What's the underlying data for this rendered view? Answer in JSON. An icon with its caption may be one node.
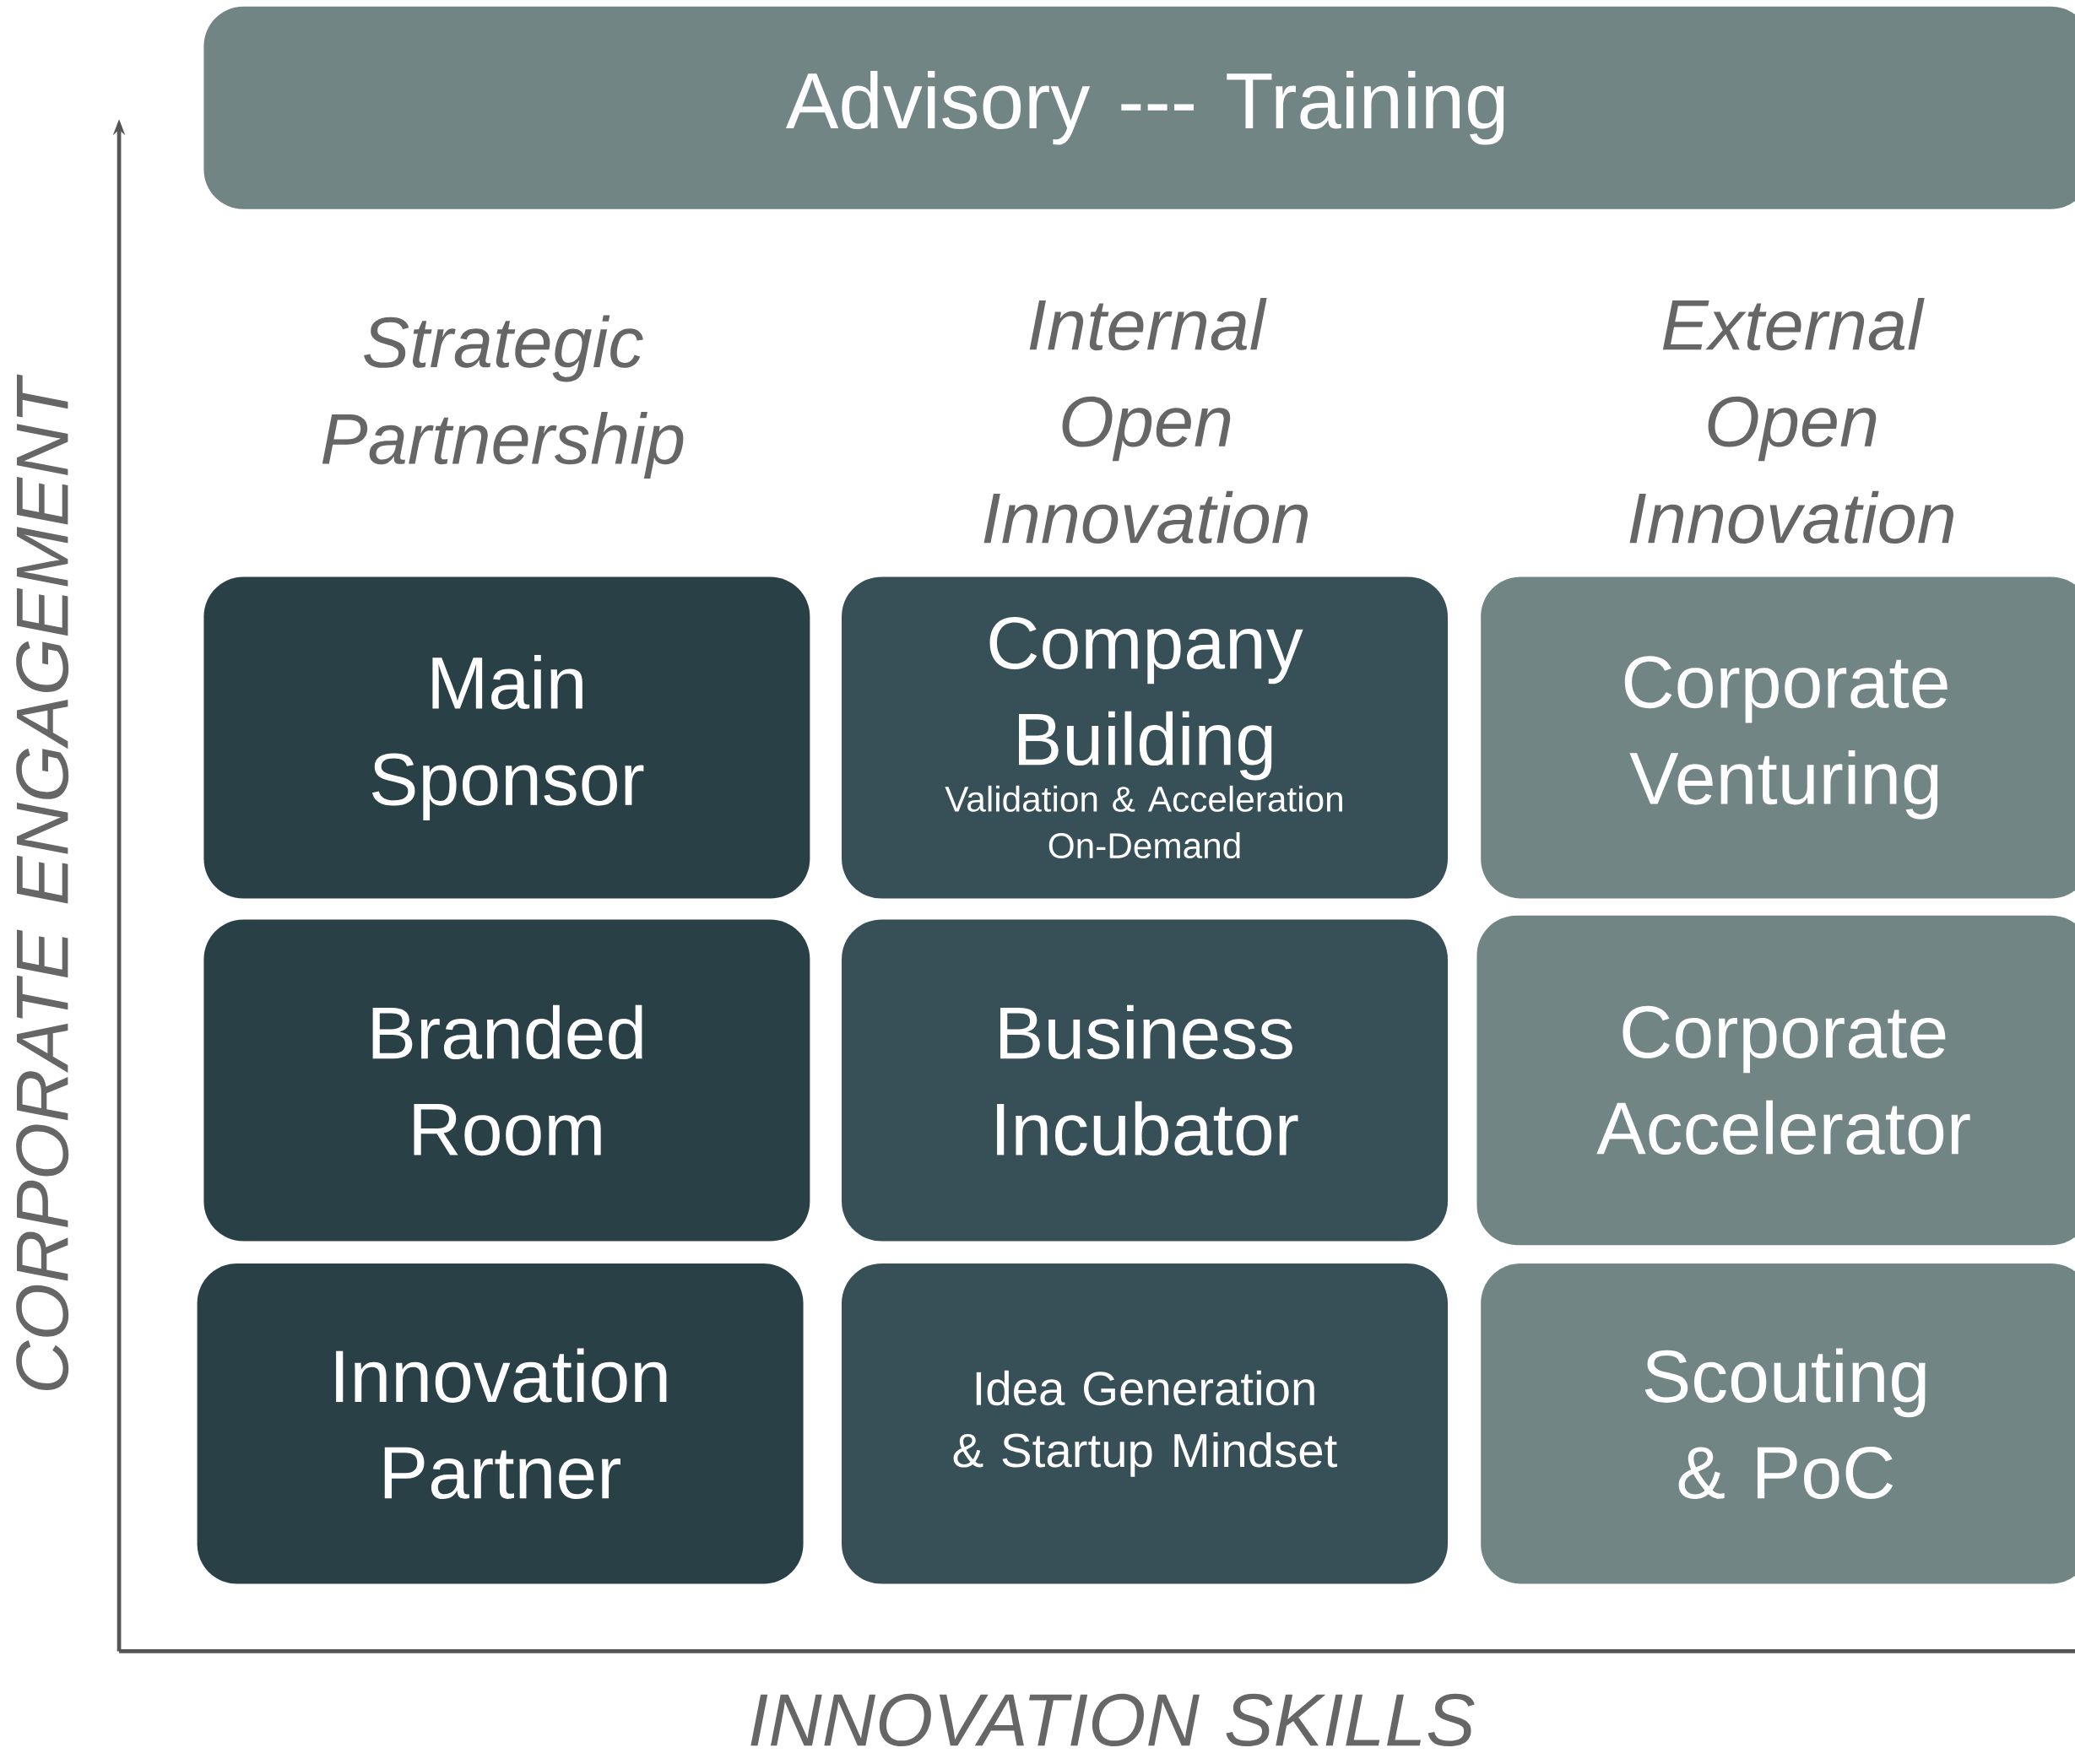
{
  "diagram": {
    "nodes": [
      {
        "text": [
          "Advisory --- Training"
        ]
      },
      {
        "text": [
          "Main Sponsor"
        ]
      },
      {
        "text": [
          "Company Building",
          "Validation & Acceleration On-Demand"
        ]
      },
      {
        "text": [
          "Corporate Venturing"
        ]
      },
      {
        "text": [
          "Branded Room"
        ]
      },
      {
        "text": [
          "Business Incubator"
        ]
      },
      {
        "text": [
          "Corporate Accelerator"
        ]
      },
      {
        "text": [
          "Innovation Partner"
        ]
      },
      {
        "text": [
          "Idea Generation & Startup Mindset"
        ]
      },
      {
        "text": [
          "Scouting & PoC"
        ]
      }
    ],
    "labels": [
      "Strategic Partnership",
      "Internal Open Innovation",
      "External Open Innovation",
      "CORPORATE ENGAGEMENT",
      "INNOVATION SKILLS"
    ]
  }
}
